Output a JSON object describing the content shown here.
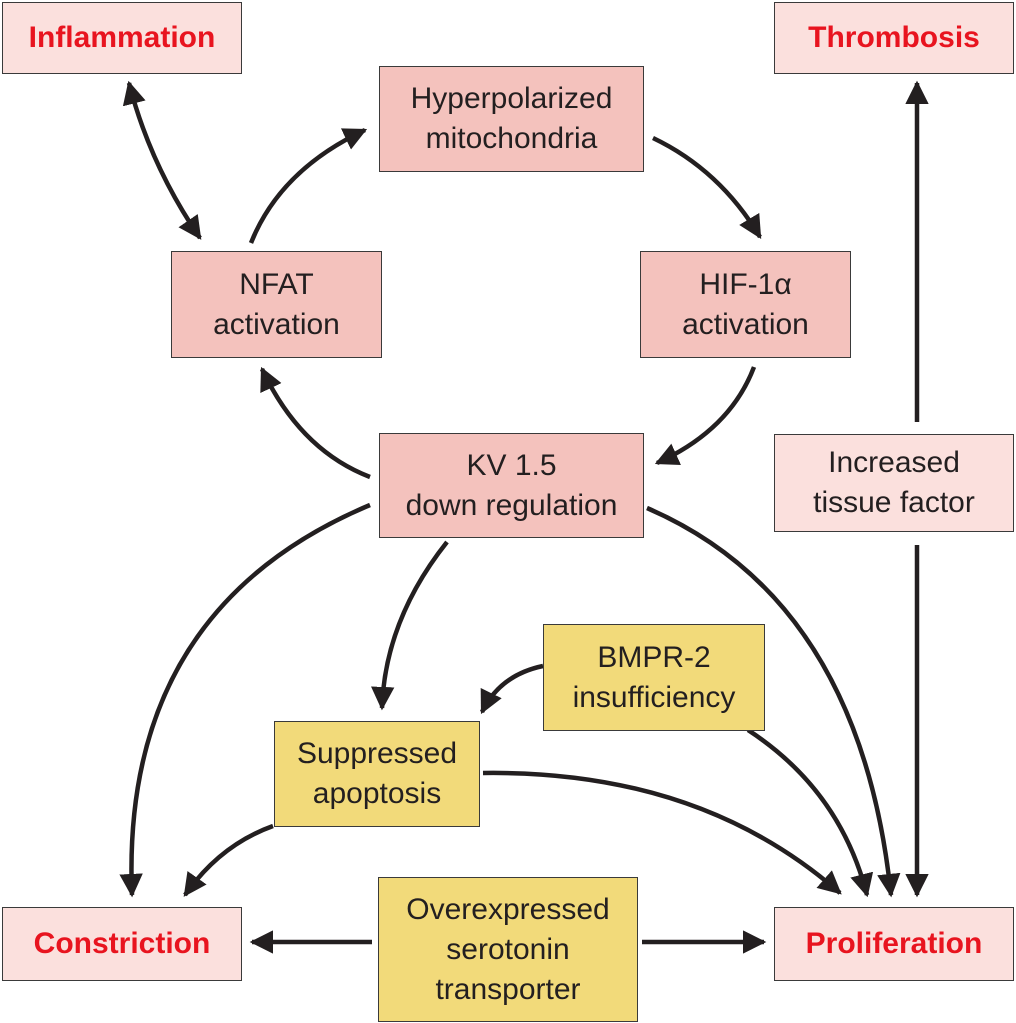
{
  "colors": {
    "outcome_fill": "#fbe0dd",
    "outcome_text": "#e8141f",
    "mechanism_fill": "#f4c2bd",
    "factor_fill": "#f2da7a",
    "arrow": "#231f20"
  },
  "nodes": {
    "inflammation": {
      "lines": [
        "Inflammation"
      ]
    },
    "thrombosis": {
      "lines": [
        "Thrombosis"
      ]
    },
    "hyperpolarized_mitochondria": {
      "lines": [
        "Hyperpolarized",
        "mitochondria"
      ]
    },
    "nfat_activation": {
      "lines": [
        "NFAT",
        "activation"
      ]
    },
    "hif1a_activation": {
      "lines": [
        "HIF-1α",
        "activation"
      ]
    },
    "kv15_down_regulation": {
      "lines": [
        "KV 1.5",
        "down regulation"
      ]
    },
    "increased_tissue_factor": {
      "lines": [
        "Increased",
        "tissue factor"
      ]
    },
    "bmpr2_insufficiency": {
      "lines": [
        "BMPR-2",
        "insufficiency"
      ]
    },
    "suppressed_apoptosis": {
      "lines": [
        "Suppressed",
        "apoptosis"
      ]
    },
    "constriction": {
      "lines": [
        "Constriction"
      ]
    },
    "overexpressed_serotonin_transporter": {
      "lines": [
        "Overexpressed",
        "serotonin",
        "transporter"
      ]
    },
    "proliferation": {
      "lines": [
        "Proliferation"
      ]
    }
  },
  "edges": [
    {
      "from": "inflammation",
      "to": "nfat_activation",
      "bidirectional": true
    },
    {
      "from": "nfat_activation",
      "to": "hyperpolarized_mitochondria",
      "bidirectional": false
    },
    {
      "from": "hyperpolarized_mitochondria",
      "to": "hif1a_activation",
      "bidirectional": false
    },
    {
      "from": "hif1a_activation",
      "to": "kv15_down_regulation",
      "bidirectional": false
    },
    {
      "from": "kv15_down_regulation",
      "to": "nfat_activation",
      "bidirectional": false
    },
    {
      "from": "kv15_down_regulation",
      "to": "constriction",
      "bidirectional": false
    },
    {
      "from": "kv15_down_regulation",
      "to": "suppressed_apoptosis",
      "bidirectional": false
    },
    {
      "from": "kv15_down_regulation",
      "to": "proliferation",
      "bidirectional": false
    },
    {
      "from": "bmpr2_insufficiency",
      "to": "suppressed_apoptosis",
      "bidirectional": false
    },
    {
      "from": "bmpr2_insufficiency",
      "to": "proliferation",
      "bidirectional": false
    },
    {
      "from": "suppressed_apoptosis",
      "to": "constriction",
      "bidirectional": false
    },
    {
      "from": "suppressed_apoptosis",
      "to": "proliferation",
      "bidirectional": false
    },
    {
      "from": "increased_tissue_factor",
      "to": "thrombosis",
      "bidirectional": false
    },
    {
      "from": "increased_tissue_factor",
      "to": "proliferation",
      "bidirectional": false
    },
    {
      "from": "overexpressed_serotonin_transporter",
      "to": "constriction",
      "bidirectional": false
    },
    {
      "from": "overexpressed_serotonin_transporter",
      "to": "proliferation",
      "bidirectional": false
    }
  ]
}
